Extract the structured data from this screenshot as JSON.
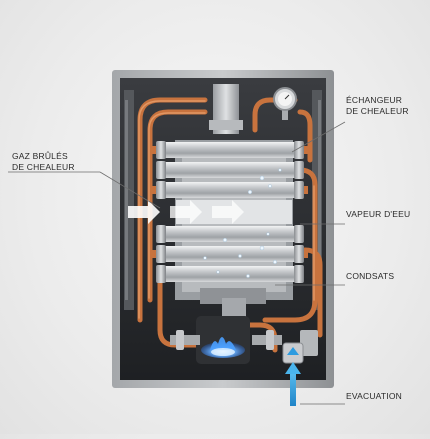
{
  "labels": {
    "echangeur_line1": "ÉCHANGEUR",
    "echangeur_line2": "DE CHEALEUR",
    "gaz_line1": "GAZ BRÛLÉS",
    "gaz_line2": "DE CHEALEUR",
    "vapeur": "VAPEUR D'EEU",
    "condsats": "CONDSATS",
    "evacuation": "EVACUATION"
  },
  "colors": {
    "copper": "#c8733e",
    "frame": "#8e9194",
    "cabinet": "#2b2d30",
    "flame": "#3a8cff",
    "arrow": "#3aa3e0"
  },
  "icons": {
    "gauge": "pressure-gauge-icon",
    "flame": "burner-flame-icon",
    "arrow": "up-arrow-icon"
  }
}
